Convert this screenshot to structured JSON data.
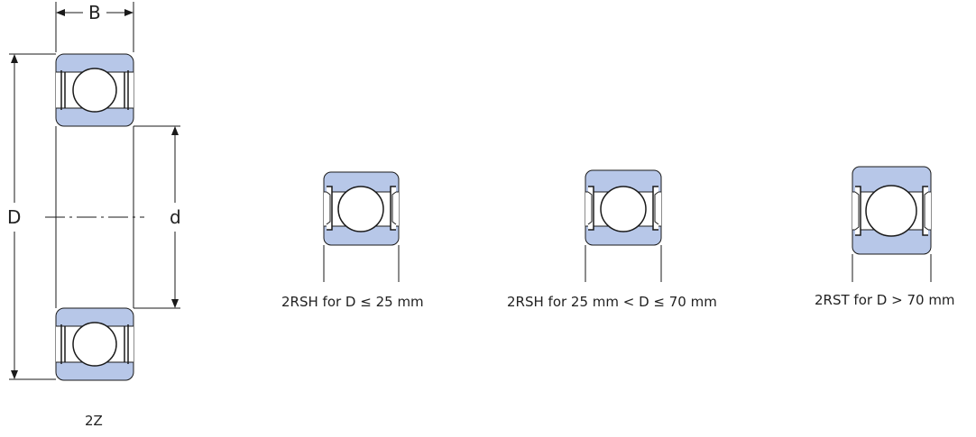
{
  "colors": {
    "ring": "#b7c7e8",
    "outline": "#1a1a1a",
    "ball": "#ffffff"
  },
  "dimensions": {
    "B": "B",
    "D": "D",
    "d": "d"
  },
  "captions": {
    "z2": "2Z",
    "rsh_small": "2RSH for D ≤ 25 mm",
    "rsh_medium": "2RSH for 25 mm < D ≤ 70 mm",
    "rst": "2RST for D > 70 mm"
  }
}
